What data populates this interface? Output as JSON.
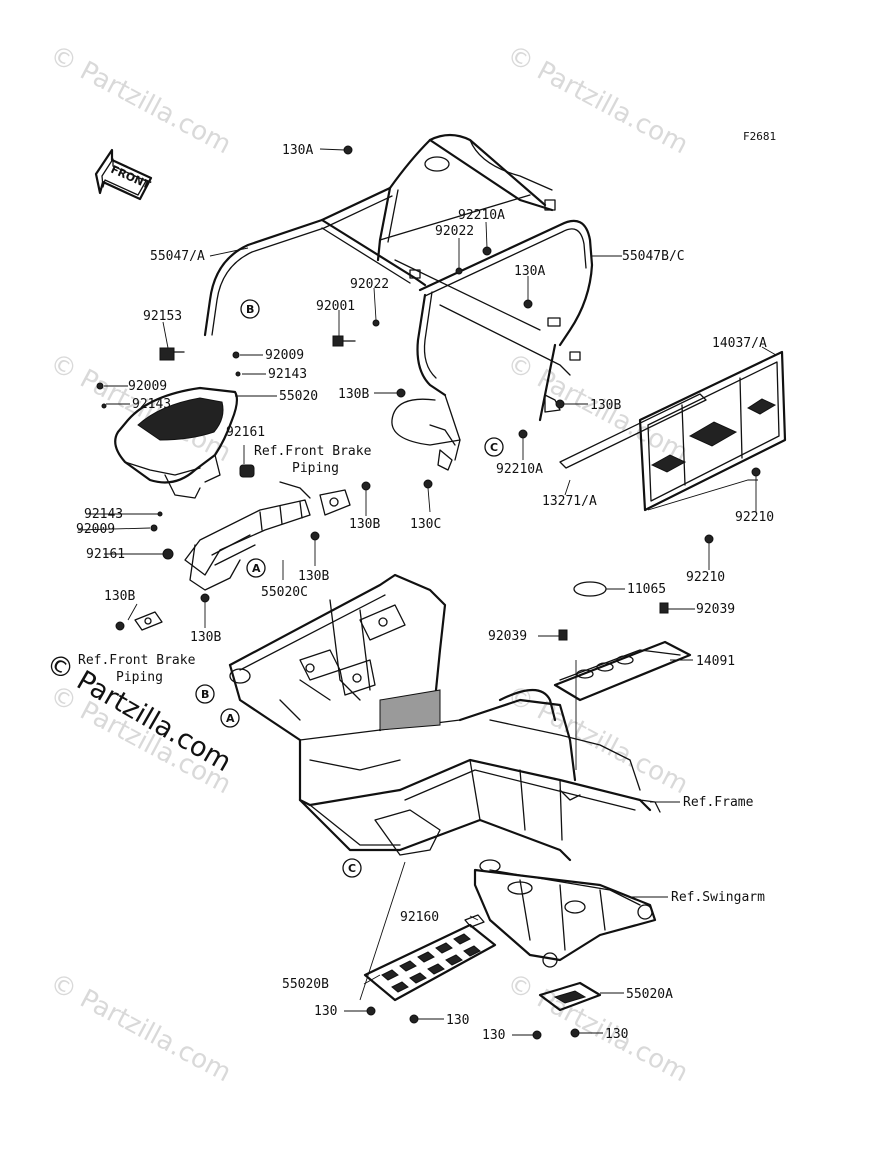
{
  "figure_code": "F2681",
  "front_arrow_label": "FRONT",
  "watermarks": {
    "faint": [
      "© Partzilla.com",
      "© Partzilla.com",
      "© Partzilla.com",
      "© Partzilla.com",
      "© Partzilla.com",
      "© Partzilla.com",
      "© Partzilla.com",
      "© Partzilla.com"
    ],
    "main": "© Partzilla.com"
  },
  "callout_letters": [
    "B",
    "C",
    "A",
    "A",
    "B",
    "C"
  ],
  "part_labels": [
    "130A",
    "92210A",
    "92022",
    "55047/A",
    "55047B/C",
    "92022",
    "130A",
    "92153",
    "92001",
    "92009",
    "92143",
    "14037/A",
    "92009",
    "55020",
    "92143",
    "130B",
    "130B",
    "92161",
    "Ref.Front Brake",
    "Piping",
    "92210A",
    "130B",
    "13271/A",
    "130C",
    "92210",
    "92143",
    "92009",
    "130B",
    "92161",
    "55020C",
    "92210",
    "11065",
    "130B",
    "92039",
    "130B",
    "92039",
    "14091",
    "Ref.Front Brake",
    "Piping",
    "Ref.Frame",
    "Ref.Swingarm",
    "92160",
    "55020B",
    "55020A",
    "130",
    "130",
    "130",
    "130"
  ]
}
